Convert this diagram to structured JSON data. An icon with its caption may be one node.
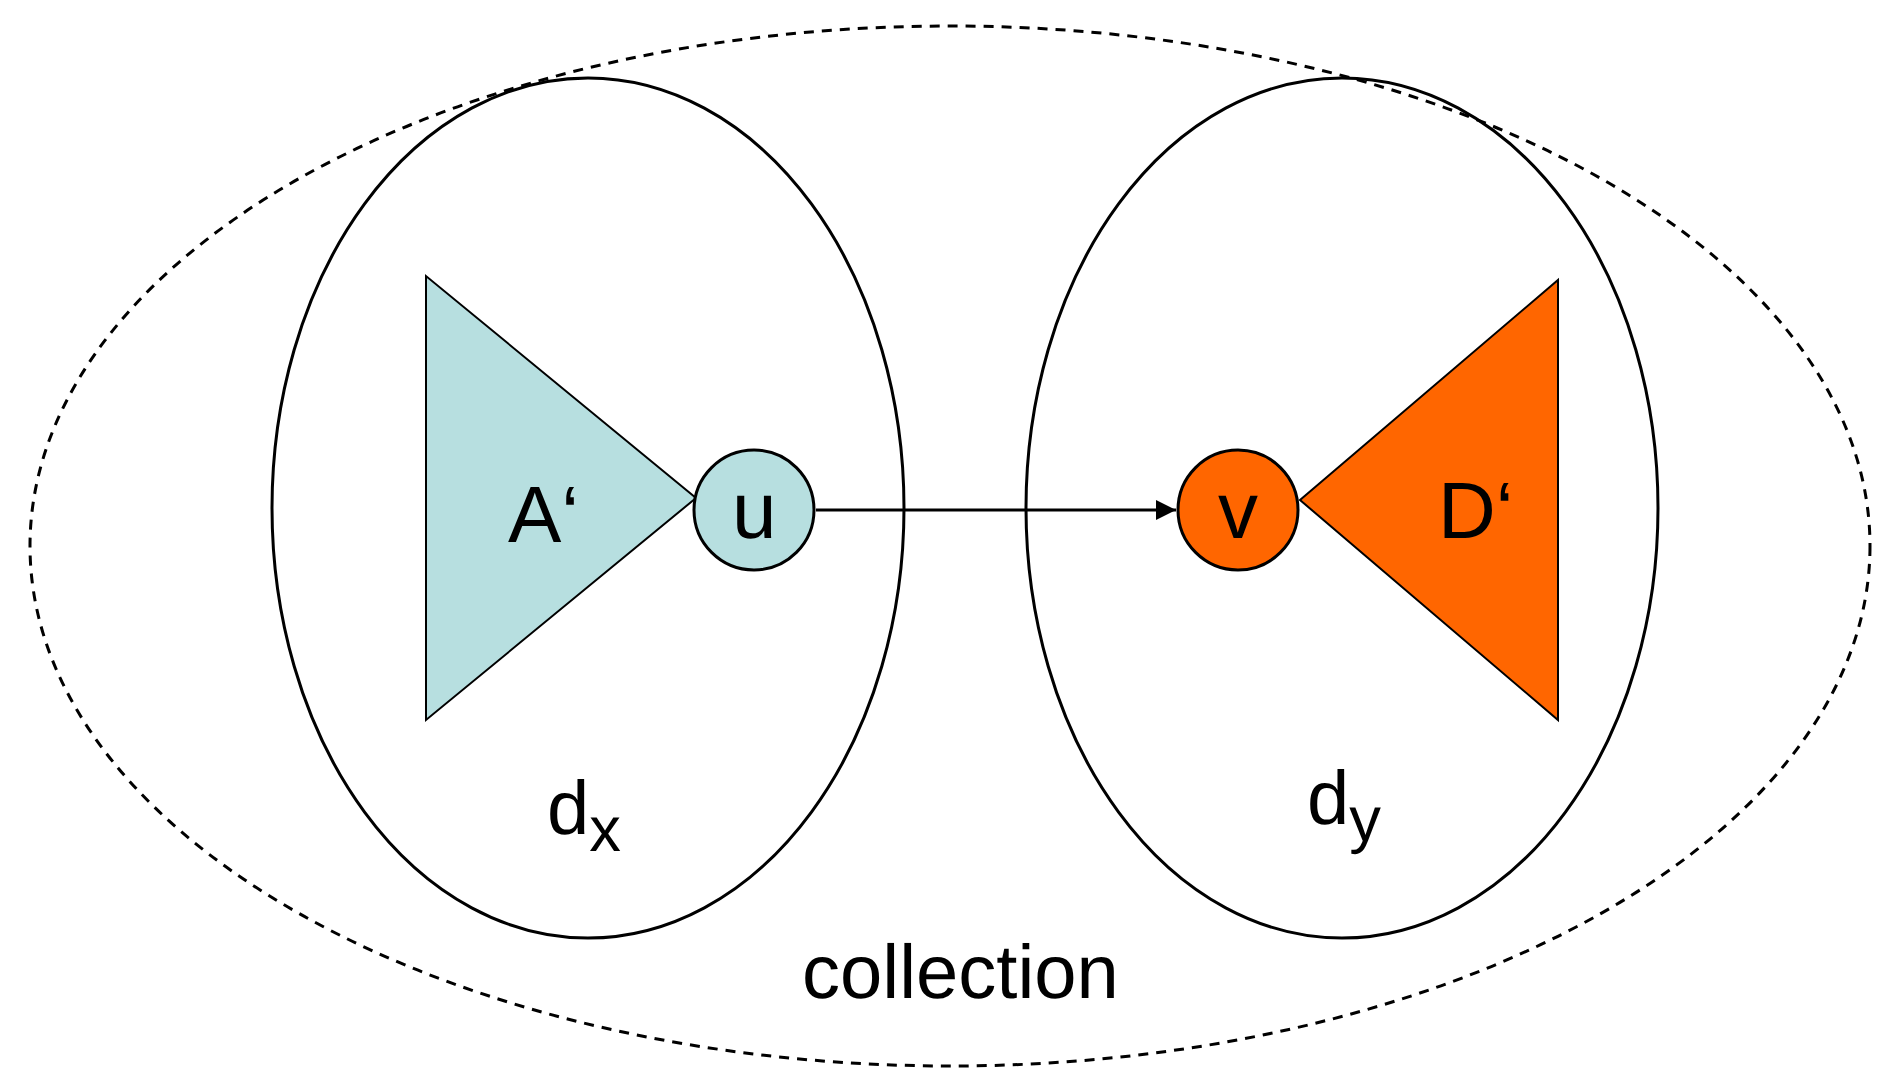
{
  "diagram": {
    "nodes": [
      {
        "text": [
          "collection"
        ]
      },
      {
        "text": [
          "d$_{x}$"
        ],
        "in": 0
      },
      {
        "text": [
          "d$_{y}$"
        ],
        "in": 0
      },
      {
        "text": [
          "A‘"
        ],
        "in": 1
      },
      {
        "text": [
          "u"
        ],
        "in": 1
      },
      {
        "text": [
          "v"
        ],
        "in": 2
      },
      {
        "text": [
          "D‘"
        ],
        "in": 2
      }
    ],
    "edges": [
      {
        "from": 4,
        "to": 5,
        "arrow": "to"
      }
    ]
  }
}
